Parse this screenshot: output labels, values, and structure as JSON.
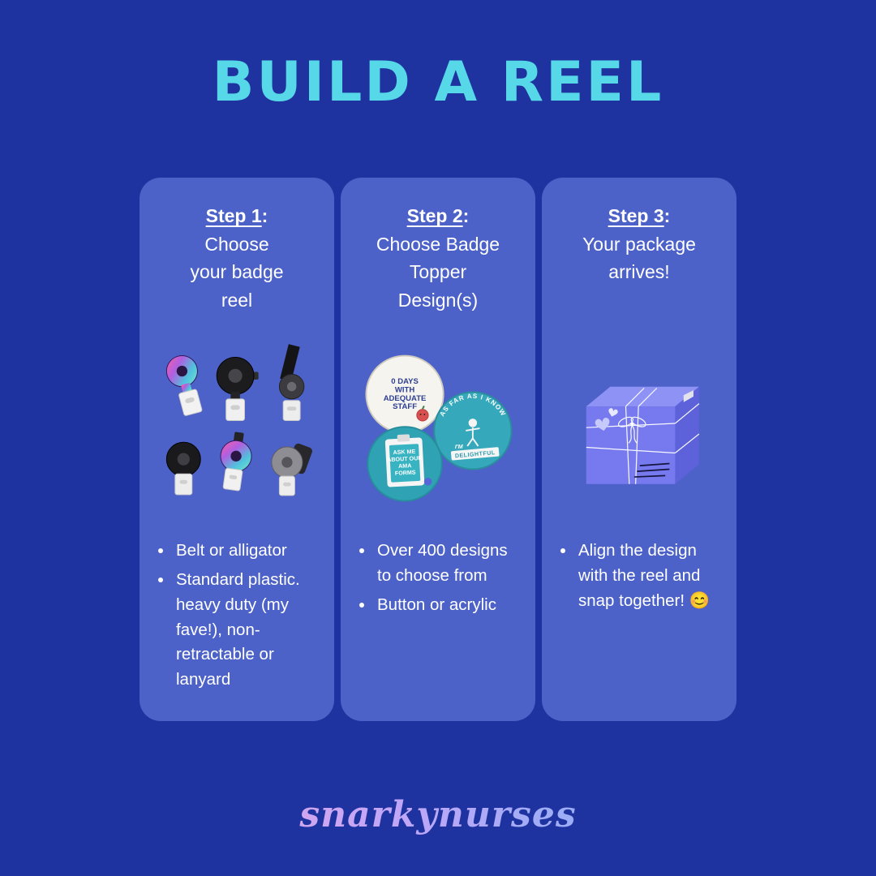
{
  "title": "BUILD A REEL",
  "labels": {
    "colon": ":"
  },
  "colors": {
    "background": "#1e339f",
    "card": "#4d62c8",
    "title_accent": "#56d8e8",
    "brand_gradient": [
      "#f9a8d4",
      "#c2a6f8",
      "#57b9f2"
    ]
  },
  "cards": [
    {
      "step": "Step 1",
      "lines": [
        "Choose",
        "your badge",
        "reel"
      ],
      "bullets": [
        "Belt or alligator",
        "Standard plastic. heavy duty (my fave!), non-retractable or lanyard"
      ]
    },
    {
      "step": "Step 2",
      "lines": [
        "Choose Badge",
        "Topper",
        "Design(s)"
      ],
      "bullets": [
        "Over 400 designs to choose from",
        "Button or acrylic"
      ],
      "badges": {
        "b1": [
          "0 DAYS",
          "WITH",
          "ADEQUATE",
          "STAFF"
        ],
        "b2_arc": "AS FAR AS I KNOW",
        "b2_im": "I'M",
        "b2_banner": "DELIGHTFUL",
        "b3": [
          "ASK ME",
          "ABOUT OUR",
          "AMA",
          "FORMS"
        ]
      }
    },
    {
      "step": "Step 3",
      "lines": [
        "Your package",
        "arrives!"
      ],
      "bullets": [
        "Align the design with the reel and snap together! 😊"
      ]
    }
  ],
  "footer": {
    "brand": "snarkynurses"
  }
}
